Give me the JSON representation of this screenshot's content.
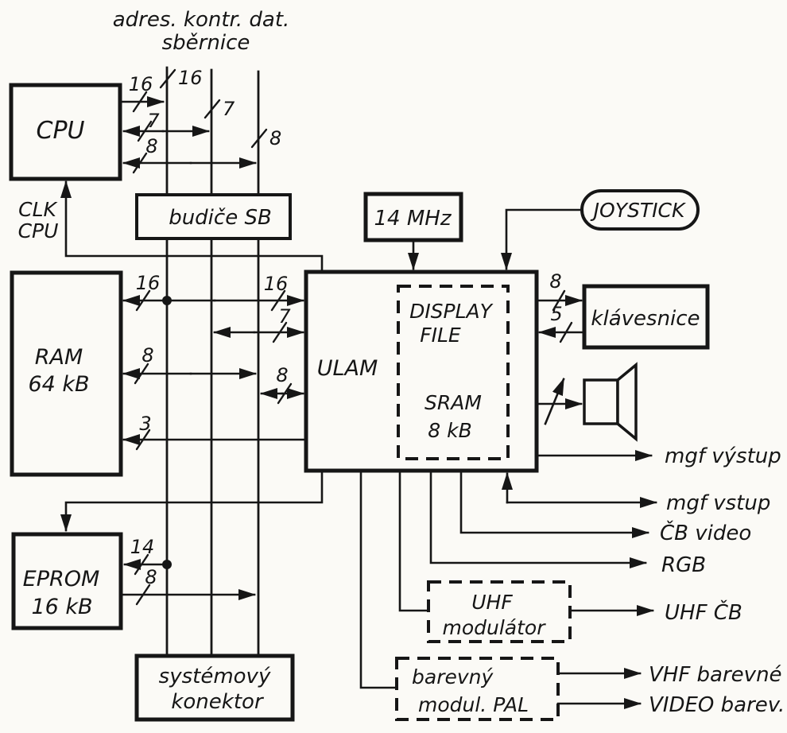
{
  "bus_labels": {
    "top_line1": "adres. kontr. dat.",
    "top_line2": "sběrnice"
  },
  "nodes": {
    "cpu": {
      "label": "CPU"
    },
    "clk": {
      "line1": "CLK",
      "line2": "CPU"
    },
    "budice_sb": {
      "label": "budiče SB"
    },
    "mhz": {
      "label": "14 MHz"
    },
    "joystick": {
      "label": "JOYSTICK"
    },
    "ulam": {
      "label": "ULAM"
    },
    "display_file": {
      "line1": "DISPLAY",
      "line2": "FILE",
      "line3": "SRAM",
      "line4": "8 kB"
    },
    "ram": {
      "line1": "RAM",
      "line2": "64 kB"
    },
    "eprom": {
      "line1": "EPROM",
      "line2": "16 kB"
    },
    "klavesnice": {
      "label": "klávesnice"
    },
    "system_konektor": {
      "line1": "systémový",
      "line2": "konektor"
    },
    "uhf_modulator": {
      "line1": "UHF",
      "line2": "modulátor"
    },
    "pal_modulator": {
      "line1": "barevný",
      "line2": "modul. PAL"
    }
  },
  "bus_widths": {
    "cpu_addr": "16",
    "bus1_top": "16",
    "cpu_ctrl": "7",
    "bus2_top": "7",
    "cpu_data": "8",
    "bus3_top": "8",
    "ram_addr": "16",
    "ulam_addr": "16",
    "ulam_ctrl": "7",
    "ram_data": "8",
    "ulam_data": "8",
    "ram_ctrl": "3",
    "keyboard_out": "8",
    "keyboard_in": "5",
    "eprom_addr": "14",
    "eprom_data": "8"
  },
  "outputs": {
    "mgf_vystup": "mgf výstup",
    "mgf_vstup": "mgf vstup",
    "cb_video": "ČB video",
    "rgb": "RGB",
    "uhf_cb": "UHF ČB",
    "vhf_barevne": "VHF barevné",
    "video_barev": "VIDEO barev."
  },
  "colors": {
    "ink": "#161616",
    "paper": "#fbfaf6"
  }
}
